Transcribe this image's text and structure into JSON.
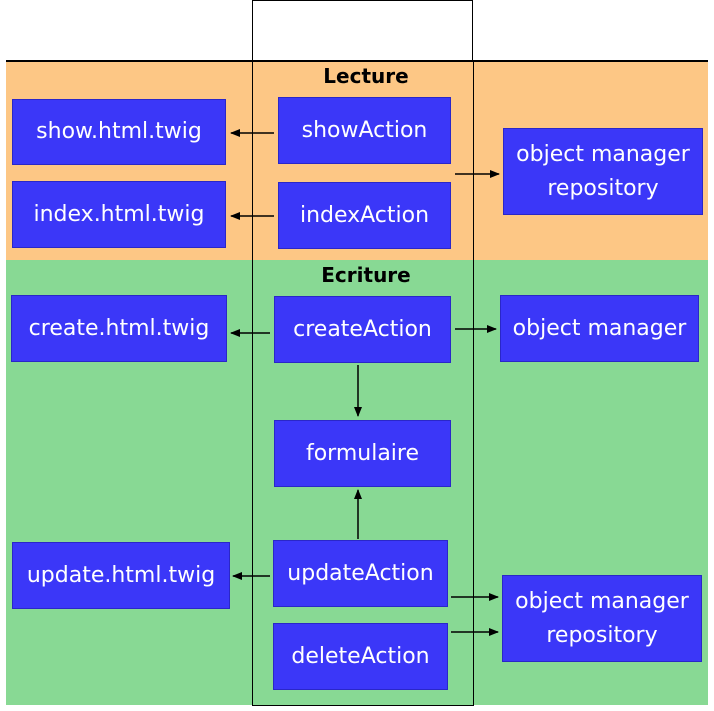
{
  "sections": {
    "lecture": "Lecture",
    "ecriture": "Ecriture"
  },
  "lecture": {
    "show_template": "show.html.twig",
    "index_template": "index.html.twig",
    "show_action": "showAction",
    "index_action": "indexAction",
    "om_repo": "object manager repository"
  },
  "ecriture": {
    "create_template": "create.html.twig",
    "create_action": "createAction",
    "object_manager": "object manager",
    "formulaire": "formulaire",
    "update_template": "update.html.twig",
    "update_action": "updateAction",
    "delete_action": "deleteAction",
    "om_repo": "object manager repository"
  },
  "colors": {
    "lecture_band": "#fdc785",
    "ecriture_band": "#88d994",
    "box": "#3b37f8"
  }
}
